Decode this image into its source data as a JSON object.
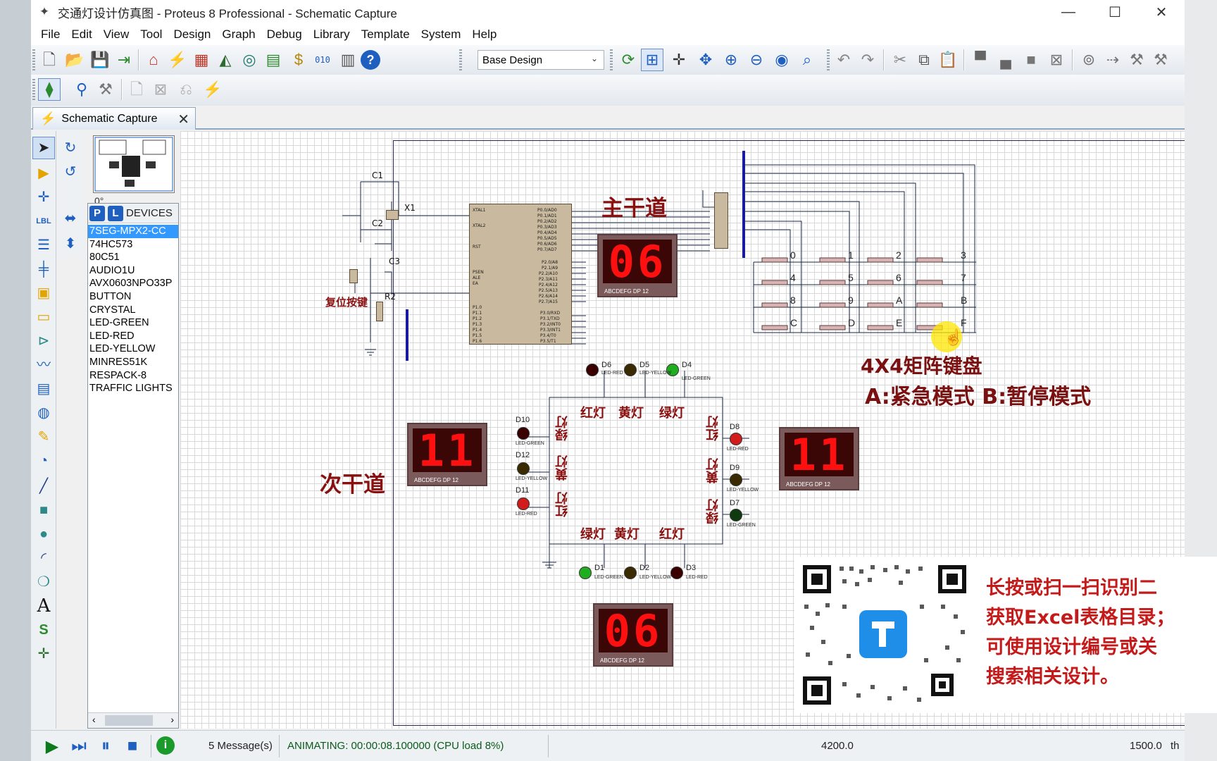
{
  "window": {
    "title": "交通灯设计仿真图 - Proteus 8 Professional - Schematic Capture",
    "controls": {
      "minimize": "—",
      "maximize": "☐",
      "close": "✕"
    }
  },
  "menu": [
    "File",
    "Edit",
    "View",
    "Tool",
    "Design",
    "Graph",
    "Debug",
    "Library",
    "Template",
    "System",
    "Help"
  ],
  "toolbar": {
    "design_select": "Base Design",
    "help_label": "?"
  },
  "tab": {
    "label": "Schematic Capture",
    "close": "✕"
  },
  "sidebar": {
    "rotation": "0°",
    "pick_p": "P",
    "pick_l": "L",
    "devices_title": "DEVICES",
    "devices": [
      "7SEG-MPX2-CC",
      "74HC573",
      "80C51",
      "AUDIO1U",
      "AVX0603NPO33P",
      "BUTTON",
      "CRYSTAL",
      "LED-GREEN",
      "LED-RED",
      "LED-YELLOW",
      "MINRES51K",
      "RESPACK-8",
      "TRAFFIC LIGHTS"
    ],
    "selected_device": "7SEG-MPX2-CC"
  },
  "schematic": {
    "main_road_label": "主干道",
    "minor_road_label": "次干道",
    "reset_button_label": "复位按键",
    "keypad_title": "4X4矩阵键盘",
    "keypad_modes": "A:紧急模式   B:暂停模式",
    "displays": {
      "main_top": "06",
      "minor_left": "11",
      "minor_right": "11",
      "main_bottom": "06"
    },
    "display_caption": "ABCDEFG  DP     12",
    "lamp_labels": {
      "top_red": "红灯",
      "top_yellow": "黄灯",
      "top_green": "绿灯",
      "bottom_green": "绿灯",
      "bottom_yellow": "黄灯",
      "bottom_red": "红灯",
      "left_green": "绿灯",
      "left_yellow": "黄灯",
      "left_red": "红灯",
      "right_red": "红灯",
      "right_yellow": "黄灯",
      "right_green": "绿灯"
    },
    "components": {
      "c1": "C1",
      "c2": "C2",
      "c3": "C3",
      "x1": "X1",
      "r2": "R2",
      "d1": "D1",
      "d2": "D2",
      "d3": "D3",
      "d4": "D4",
      "d5": "D5",
      "d6": "D6",
      "d7": "D7",
      "d8": "D8",
      "d9": "D9",
      "d10": "D10",
      "d11": "D11",
      "d12": "D12"
    },
    "led_types": {
      "green": "LED-GREEN",
      "yellow": "LED-YELLOW",
      "red": "LED-RED"
    },
    "keys": [
      "0",
      "1",
      "2",
      "3",
      "4",
      "5",
      "6",
      "7",
      "8",
      "9",
      "A",
      "B",
      "C",
      "D",
      "E",
      "F"
    ],
    "colors": {
      "red_label": "#8a1010",
      "segment_on": "#ff1010",
      "grid": "#d8d8d8"
    }
  },
  "promo": {
    "lines": [
      "长按或扫一扫识别二",
      "获取Excel表格目录；",
      "可使用设计编号或关",
      "搜索相关设计。"
    ]
  },
  "status": {
    "messages": "5 Message(s)",
    "animating": "ANIMATING: 00:00:08.100000 (CPU load 8%)",
    "coord_x": "4200.0",
    "coord_y": "1500.0",
    "units": "th"
  }
}
